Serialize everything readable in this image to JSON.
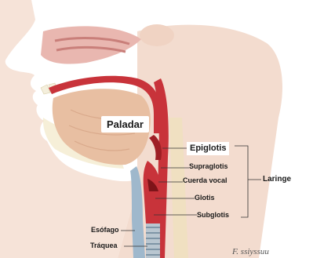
{
  "labels": {
    "paladar": "Paladar",
    "epiglotis": "Epiglotis",
    "supraglotis": "Supraglotis",
    "cuerda_vocal": "Cuerda vocal",
    "glotis": "Glotis",
    "subglotis": "Subglotis",
    "laringe": "Laringe",
    "esofago": "Esófago",
    "traquea": "Tráquea"
  },
  "credit": "F. ssiyssuu",
  "colors": {
    "skin": "#f2d7c8",
    "muscle_red": "#c8333a",
    "dark_red": "#9e1f25",
    "esophagus_blue": "#9fb8cc",
    "trachea_gray": "#b9c6d0",
    "bone": "#efe2b8"
  }
}
